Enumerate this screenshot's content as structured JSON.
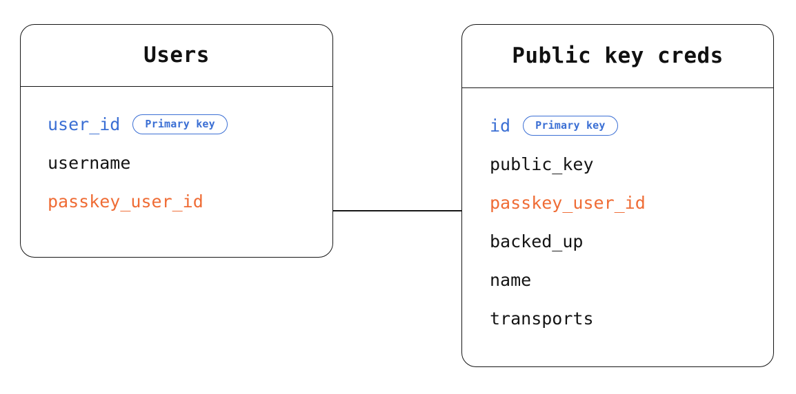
{
  "diagram": {
    "type": "entity-relationship-diagram",
    "background_color": "#ffffff",
    "colors": {
      "border": "#141414",
      "text": "#141414",
      "primary_key": "#3b6fd4",
      "foreign_key": "#ef6c35"
    }
  },
  "entities": [
    {
      "id": "users",
      "title": "Users",
      "fields": [
        {
          "name": "user_id",
          "style": "key",
          "badge": "Primary key"
        },
        {
          "name": "username",
          "style": "plain",
          "badge": null
        },
        {
          "name": "passkey_user_id",
          "style": "fk",
          "badge": null
        }
      ]
    },
    {
      "id": "credentials",
      "title": "Public key creds",
      "fields": [
        {
          "name": "id",
          "style": "key",
          "badge": "Primary key"
        },
        {
          "name": "public_key",
          "style": "plain",
          "badge": null
        },
        {
          "name": "passkey_user_id",
          "style": "fk",
          "badge": null
        },
        {
          "name": "backed_up",
          "style": "plain",
          "badge": null
        },
        {
          "name": "name",
          "style": "plain",
          "badge": null
        },
        {
          "name": "transports",
          "style": "plain",
          "badge": null
        }
      ]
    }
  ],
  "relationships": [
    {
      "id": "users-credentials",
      "from": "users.passkey_user_id",
      "to": "credentials.passkey_user_id",
      "style": "solid-line"
    }
  ]
}
